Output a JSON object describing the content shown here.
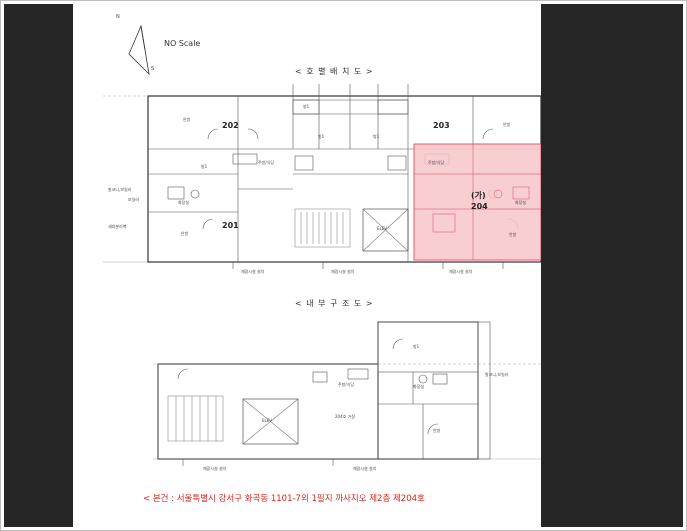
{
  "header": {
    "north_label": "N",
    "south_label": "S",
    "scale_note": "NO Scale"
  },
  "plan_top": {
    "title": "< 호 별 배 치 도 >",
    "units": {
      "u202": "202",
      "u203": "203",
      "u201": "201",
      "u204_prefix": "(가)",
      "u204": "204"
    },
    "labels": {
      "room_left_top": "안방",
      "room1_a": "방1",
      "room1_b": "방1",
      "room1_c": "방1",
      "room1_d": "방1",
      "room_right_top": "안방",
      "room_left_bottom": "안방",
      "room_right_bottom": "안방",
      "bath_a": "화장실",
      "bath_b": "화장실",
      "kitchen_a": "주방/식당",
      "kitchen_b": "주방/식당",
      "elevator": "ELEV",
      "side_label_1": "발코니,보일러",
      "side_label_2": "보일러",
      "side_label_3": "세대분리벽",
      "bottom_note_1": "채광시설 설치",
      "bottom_note_2": "채광시설 설치",
      "bottom_note_3": "채광시설 설치"
    }
  },
  "plan_bottom": {
    "title": "< 내 부 구 조 도 >",
    "labels": {
      "room1": "방1",
      "bath": "화장실",
      "kitchen": "주방/식당",
      "living": "204호 거실",
      "main_room": "안방",
      "elevator": "ELEV",
      "side_label": "발코니,보일러",
      "bottom_note_1": "채광시설 설치",
      "bottom_note_2": "채광시설 설치"
    }
  },
  "caption": "< 본건 : 서울특별시 강서구 화곡동 1101-7외 1필지 까사지오 제2층 제204호",
  "colors": {
    "highlight_fill": "#f7c6c9",
    "highlight_stroke": "#e85a6a",
    "caption_red": "#e0231b",
    "side_panel": "#262626"
  }
}
